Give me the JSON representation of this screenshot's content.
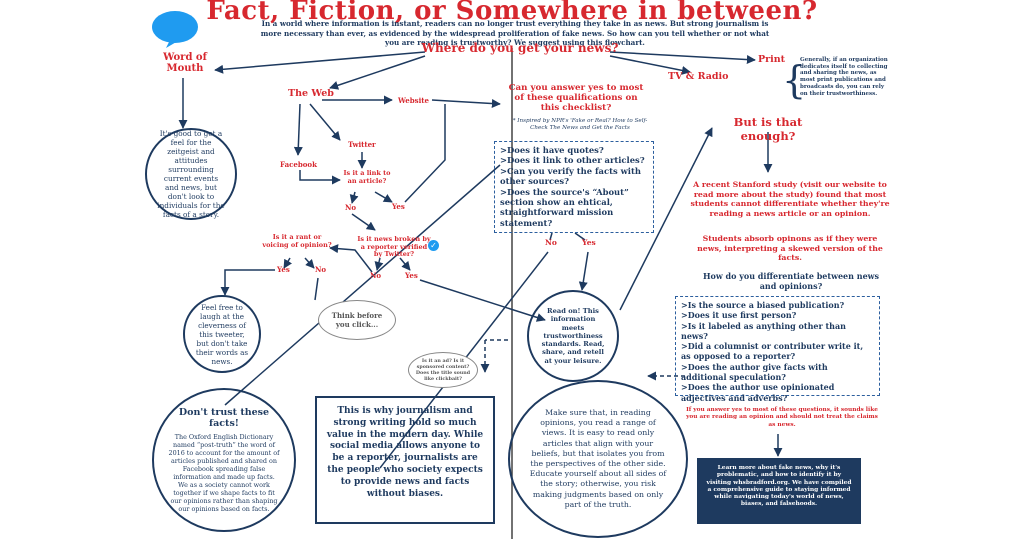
{
  "title": "Fact, Fiction, or Somewhere in between?",
  "intro": "In a world where information is instant, readers can no longer trust everything they take in as news. But strong journalism is more necessary than ever, as evidenced by the widespread proliferation of fake news. So how can you tell whether or not what you are reading is trustworthy? We suggest using this flowchart.",
  "main_question": "Where do you get your news?",
  "sources": {
    "word_of_mouth": "Word of Mouth",
    "the_web": "The Web",
    "print": "Print",
    "tv_radio": "TV & Radio"
  },
  "web": {
    "website": "Website",
    "twitter": "Twitter",
    "facebook": "Facebook",
    "is_link": "Is it a link to an article?",
    "no1": "No",
    "yes1": "Yes",
    "broken_by_reporter": "Is it news broken by a reporter verified by Twitter?",
    "no2": "No",
    "yes2": "Yes",
    "rant": "Is it a rant or voicing of opinion?",
    "yes3": "Yes",
    "no3": "No"
  },
  "print_note": "Generally, if an organization dedicates itself to collecting and sharing the news, as most print publications and broadcasts do, you can rely on their trustworthiness.",
  "word_of_mouth_circle": "It's good to get a feel for the zeitgeist and attitudes surrounding current events and news, but don't look to individuals for the facts of a story.",
  "laugh_circle": "Feel free to laugh at the cleverness of this tweeter, but don't take their words as news.",
  "checklist": {
    "question": "Can you answer yes to most of these qualifications on this checklist?",
    "credit": "* Inspired by NPR's 'Fake or Real? How to Self-Check The News and Get the Facts",
    "items": [
      ">Does it have quotes?",
      ">Does it link to other articles?",
      ">Can you verify the facts with other sources?",
      ">Does the source's “About” section show an ehtical, straightforward mission statement?"
    ],
    "no": "No",
    "yes": "Yes"
  },
  "think_cloud": "Think before you click...",
  "ad_cloud": "Is it an ad? Is it sponsored content? Does the title sound like clickbait?",
  "read_on_circle": "Read on! This information meets trustworthiness standards. Read, share, and retell at your leisure.",
  "dont_trust": {
    "heading": "Don't trust these facts!",
    "body": "The Oxford English Dictionary named “post-truth” the word of 2016 to account for the amount of articles published and shared on Facebook spreading false information and made up facts. We as a society cannot work together if we shape facts to fit our opinions rather than shaping our opinions based on facts."
  },
  "journalism_box": "This is why journalism and strong writing hold so much value in the modern day. While social media allows anyone to be a reporter, journalists are the people who society expects to provide news and facts without biases.",
  "opinions_circle": "Make sure that, in reading opinions, you read a range of views. It is easy to read only articles that align with your beliefs, but that isolates you from the perspectives of the other side. Educate yourself about all sides of the story; otherwise, you risk making judgments based on only part of the truth.",
  "enough_question": "But is that enough?",
  "stanford": {
    "text": "A recent Stanford study (visit our website to read more about the study) found that most students cannot differentiate whether they're reading a news article or an opinion.",
    "text2": "Students absorb opinons as if they were news, interpreting a skewed version of the facts."
  },
  "differentiate": {
    "question": "How do you differentiate between news and opinions?",
    "items": [
      ">Is the source a biased publication?",
      ">Does it use first person?",
      ">Is it labeled as anything other than news?",
      ">Did a columnist or contributer write it, as opposed to a reporter?",
      ">Does the author give facts with additional speculation?",
      ">Does the author use opinionated adjectives and adverbs?"
    ]
  },
  "answer_note": "If you answer yes to most of these questions, it sounds like you are reading an opinion and should not treat the claims as news.",
  "learn_more": "Learn more about fake news, why it's problematic, and how to identify it by visiting whsbradford.org. We have compiled a comprehensive guide to staying informed while navigating today's world of news, biases, and falsehoods.",
  "colors": {
    "red": "#d7282f",
    "navy": "#1e3a5f",
    "blue": "#2c5f9e",
    "bubble": "#1f9bf0"
  }
}
